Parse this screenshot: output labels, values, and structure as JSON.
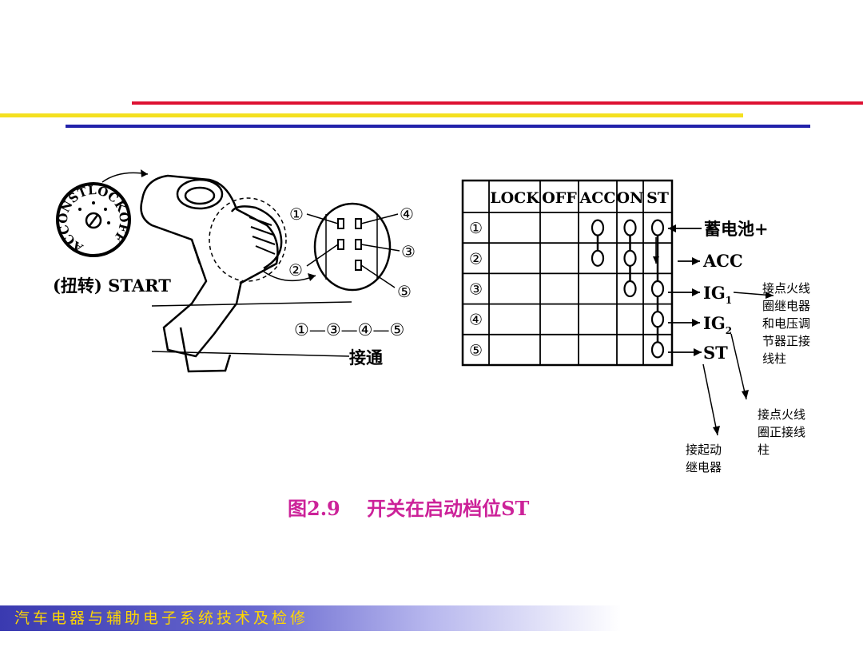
{
  "slide": {
    "caption": "图2.9    开关在启动档位ST",
    "footer": "汽车电器与辅助电子系统技术及检修",
    "colors": {
      "line_red": "#dd1133",
      "line_yellow": "#f4e020",
      "line_blue": "#2222aa",
      "caption": "#cc2299",
      "footer_text": "#ffd700"
    }
  },
  "switch_illustration": {
    "dial_ring_text": "ACCONSTLOCKOFF",
    "start_label": "(扭转) START",
    "terminal_labels": [
      "①",
      "②",
      "③",
      "④",
      "⑤"
    ],
    "connection_chain": "①—③—④—⑤",
    "connection_label": "接通"
  },
  "switch_table": {
    "columns": [
      "LOCK",
      "OFF",
      "ACC",
      "ON",
      "ST"
    ],
    "rows": [
      "①",
      "②",
      "③",
      "④",
      "⑤"
    ],
    "connected": {
      "ACC": [
        "①",
        "②"
      ],
      "ON": [
        "①",
        "②",
        "③"
      ],
      "ST": [
        "①",
        "③",
        "④",
        "⑤"
      ]
    }
  },
  "outputs": {
    "battery": "蓄电池+",
    "acc": "ACC",
    "ig1": "IG",
    "ig1_sub": "1",
    "ig2": "IG",
    "ig2_sub": "2",
    "st": "ST"
  },
  "notes": {
    "ig1_note": [
      "接点火线",
      "圈继电器",
      "和电压调",
      "节器正接",
      "线柱"
    ],
    "ig2_note": [
      "接点火线",
      "圈正接线",
      "柱"
    ],
    "st_note": [
      "接起动",
      "继电器"
    ]
  }
}
